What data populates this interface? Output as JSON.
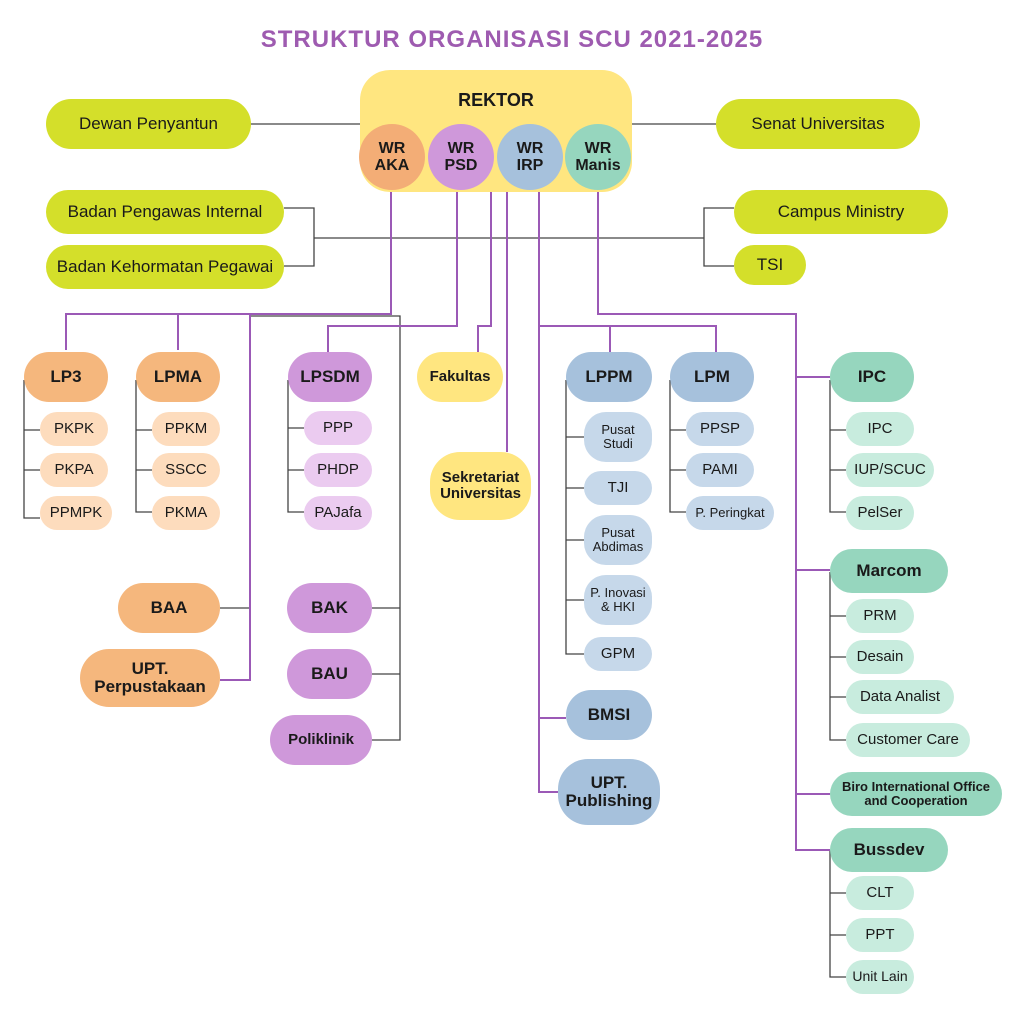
{
  "title": "STRUKTUR ORGANISASI SCU 2021-2025",
  "colors": {
    "line_purple": "#9b59b6",
    "line_gray": "#444444",
    "green": "#d4df2a",
    "yellow": "#ffe680",
    "orange": "#f5b77d",
    "orange_light": "#fddcbd",
    "purple": "#cf98da",
    "purple_light": "#ebcbf0",
    "blue": "#a6c1dc",
    "blue_light": "#c6d8ea",
    "teal": "#96d6be",
    "teal_light": "#c8ecde",
    "wr_aka": "#f3ad76",
    "wr_psd": "#cf98da",
    "wr_irp": "#a6c1dc",
    "wr_manis": "#96d6be"
  },
  "rektor": {
    "label": "REKTOR",
    "wakil": [
      {
        "label": "WR\nAKA"
      },
      {
        "label": "WR\nPSD"
      },
      {
        "label": "WR\nIRP"
      },
      {
        "label": "WR\nManis"
      }
    ]
  },
  "side_left": [
    "Dewan Penyantun",
    "Badan Pengawas Internal",
    "Badan Kehormatan Pegawai"
  ],
  "side_right": [
    "Senat Universitas",
    "Campus Ministry",
    "TSI"
  ],
  "aka": {
    "lp3": {
      "label": "LP3",
      "children": [
        "PKPK",
        "PKPA",
        "PPMPK"
      ]
    },
    "lpma": {
      "label": "LPMA",
      "children": [
        "PPKM",
        "SSCC",
        "PKMA"
      ]
    },
    "baa": "BAA",
    "upt_perpustakaan": "UPT.\nPerpustakaan"
  },
  "psd": {
    "lpsdm": {
      "label": "LPSDM",
      "children": [
        "PPP",
        "PHDP",
        "PAJafa"
      ]
    },
    "bak": "BAK",
    "bau": "BAU",
    "poliklinik": "Poliklinik"
  },
  "fakultas": "Fakultas",
  "sekretariat": "Sekretariat\nUniversitas",
  "irp": {
    "lppm": {
      "label": "LPPM",
      "children": [
        "Pusat\nStudi",
        "TJI",
        "Pusat\nAbdimas",
        "P. Inovasi\n& HKI",
        "GPM"
      ]
    },
    "lpm": {
      "label": "LPM",
      "children": [
        "PPSP",
        "PAMI",
        "P. Peringkat"
      ]
    },
    "bmsi": "BMSI",
    "upt_publishing": "UPT.\nPublishing"
  },
  "manis": {
    "ipc": {
      "label": "IPC",
      "children": [
        "IPC",
        "IUP/SCUC",
        "PelSer"
      ]
    },
    "marcom": {
      "label": "Marcom",
      "children": [
        "PRM",
        "Desain",
        "Data Analist",
        "Customer Care"
      ]
    },
    "biro": "Biro International Office\nand Cooperation",
    "bussdev": {
      "label": "Bussdev",
      "children": [
        "CLT",
        "PPT",
        "Unit Lain"
      ]
    }
  }
}
